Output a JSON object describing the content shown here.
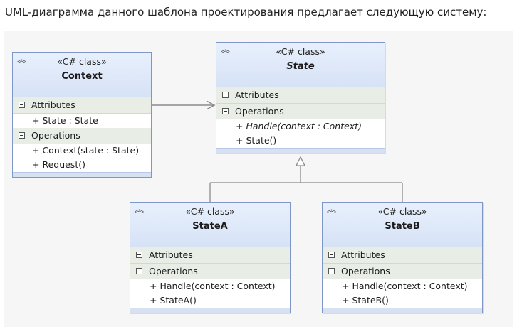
{
  "caption": "UML-диаграмма данного шаблона проектирования предлагает следующую систему:",
  "classes": {
    "context": {
      "stereotype": "«C# class»",
      "name": "Context",
      "attributes_label": "Attributes",
      "attributes": [
        "+ State : State"
      ],
      "operations_label": "Operations",
      "operations": [
        "+ Context(state : State)",
        "+ Request()"
      ]
    },
    "state": {
      "stereotype": "«C# class»",
      "name": "State",
      "attributes_label": "Attributes",
      "attributes": [],
      "operations_label": "Operations",
      "operations": [
        "+ Handle(context : Context)",
        "+ State()"
      ]
    },
    "stateA": {
      "stereotype": "«C# class»",
      "name": "StateA",
      "attributes_label": "Attributes",
      "attributes": [],
      "operations_label": "Operations",
      "operations": [
        "+ Handle(context : Context)",
        "+ StateA()"
      ]
    },
    "stateB": {
      "stereotype": "«C# class»",
      "name": "StateB",
      "attributes_label": "Attributes",
      "attributes": [],
      "operations_label": "Operations",
      "operations": [
        "+ Handle(context : Context)",
        "+ StateB()"
      ]
    }
  },
  "relations": [
    {
      "type": "association",
      "from": "Context",
      "to": "State"
    },
    {
      "type": "inheritance",
      "from": "StateA",
      "to": "State"
    },
    {
      "type": "inheritance",
      "from": "StateB",
      "to": "State"
    }
  ],
  "icons": {
    "collapse": "double-chevron-up-icon",
    "section_toggle": "minus-box-icon"
  },
  "colors": {
    "border": "#7f97c6",
    "header": "#d6e2f6",
    "section": "#e8ede6",
    "line": "#8a8a8a"
  }
}
